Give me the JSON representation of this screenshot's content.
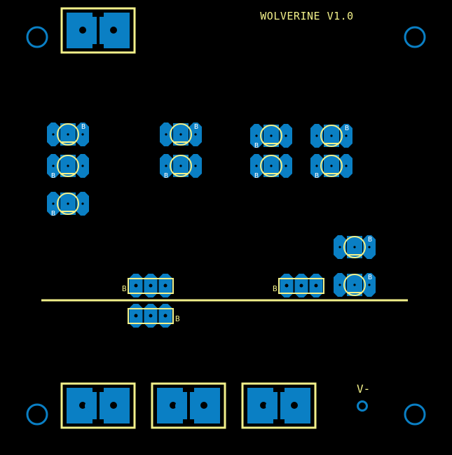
{
  "board": {
    "title": "WOLVERINE V1.0",
    "power_label": "V-",
    "base_marker": "B"
  },
  "colors": {
    "background": "#000000",
    "copper": "#0a7fc4",
    "silkscreen": "#f2f08a",
    "drill": "#000000"
  },
  "components": {
    "transistors": [
      {
        "ref": "Q1",
        "label": "B",
        "label_pos": "top-right"
      },
      {
        "ref": "Q2",
        "label": "B",
        "label_pos": "bottom-left"
      },
      {
        "ref": "Q3",
        "label": "B",
        "label_pos": "bottom-left"
      },
      {
        "ref": "Q4",
        "label": "B",
        "label_pos": "top-right"
      },
      {
        "ref": "Q5",
        "label": "B",
        "label_pos": "bottom-left"
      },
      {
        "ref": "Q6",
        "label": "B",
        "label_pos": "bottom-left"
      },
      {
        "ref": "Q7",
        "label": "B",
        "label_pos": "bottom-left"
      },
      {
        "ref": "Q8",
        "label": "B",
        "label_pos": "top-right"
      },
      {
        "ref": "Q9",
        "label": "B",
        "label_pos": "bottom-left"
      },
      {
        "ref": "Q10",
        "label": "B",
        "label_pos": "top-right"
      },
      {
        "ref": "Q11",
        "label": "B",
        "label_pos": "top-right"
      }
    ],
    "headers": [
      {
        "ref": "J1",
        "label": "B",
        "label_pos": "left"
      },
      {
        "ref": "J2",
        "label": "B",
        "label_pos": "left"
      },
      {
        "ref": "J3",
        "label": "B",
        "label_pos": "right"
      }
    ],
    "terminals": [
      {
        "ref": "T1"
      },
      {
        "ref": "T2"
      },
      {
        "ref": "T3"
      },
      {
        "ref": "T4"
      }
    ],
    "mounting_holes": [
      {
        "ref": "H1"
      },
      {
        "ref": "H2"
      },
      {
        "ref": "H3"
      },
      {
        "ref": "H4"
      }
    ]
  }
}
